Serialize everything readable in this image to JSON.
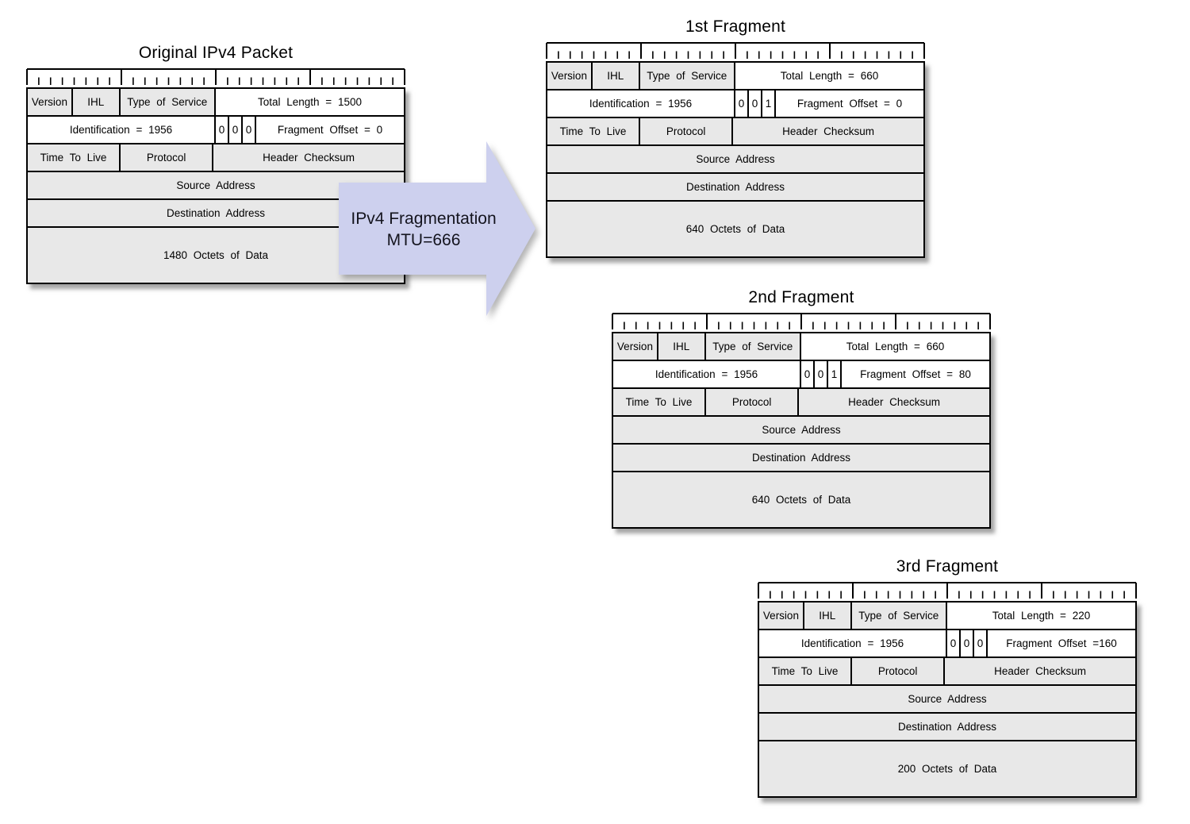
{
  "field_labels": {
    "version": "Version",
    "ihl": "IHL",
    "tos": "Type of Service",
    "ttl": "Time To Live",
    "protocol": "Protocol",
    "checksum": "Header Checksum",
    "source": "Source Address",
    "destination": "Destination Address"
  },
  "packets": [
    {
      "title": "Original IPv4 Packet",
      "total_length": "Total Length = 1500",
      "identification": "Identification = 1956",
      "flags": [
        "0",
        "0",
        "0"
      ],
      "fragment_offset": "Fragment Offset = 0",
      "data": "1480 Octets of Data"
    },
    {
      "title": "1st Fragment",
      "total_length": "Total Length = 660",
      "identification": "Identification = 1956",
      "flags": [
        "0",
        "0",
        "1"
      ],
      "fragment_offset": "Fragment Offset = 0",
      "data": "640 Octets of Data"
    },
    {
      "title": "2nd Fragment",
      "total_length": "Total Length = 660",
      "identification": "Identification = 1956",
      "flags": [
        "0",
        "0",
        "1"
      ],
      "fragment_offset": "Fragment Offset = 80",
      "data": "640 Octets of Data"
    },
    {
      "title": "3rd Fragment",
      "total_length": "Total Length = 220",
      "identification": "Identification = 1956",
      "flags": [
        "0",
        "0",
        "0"
      ],
      "fragment_offset": "Fragment Offset =160",
      "data": "200 Octets of Data"
    }
  ],
  "arrow": {
    "line1": "IPv4 Fragmentation",
    "line2": "MTU=666",
    "fill": "#cdd0ee",
    "text_color": "#14141e"
  },
  "colors": {
    "cell_shaded": "#e8e8e8",
    "cell_white": "#ffffff",
    "border": "#000000",
    "background": "#ffffff"
  }
}
